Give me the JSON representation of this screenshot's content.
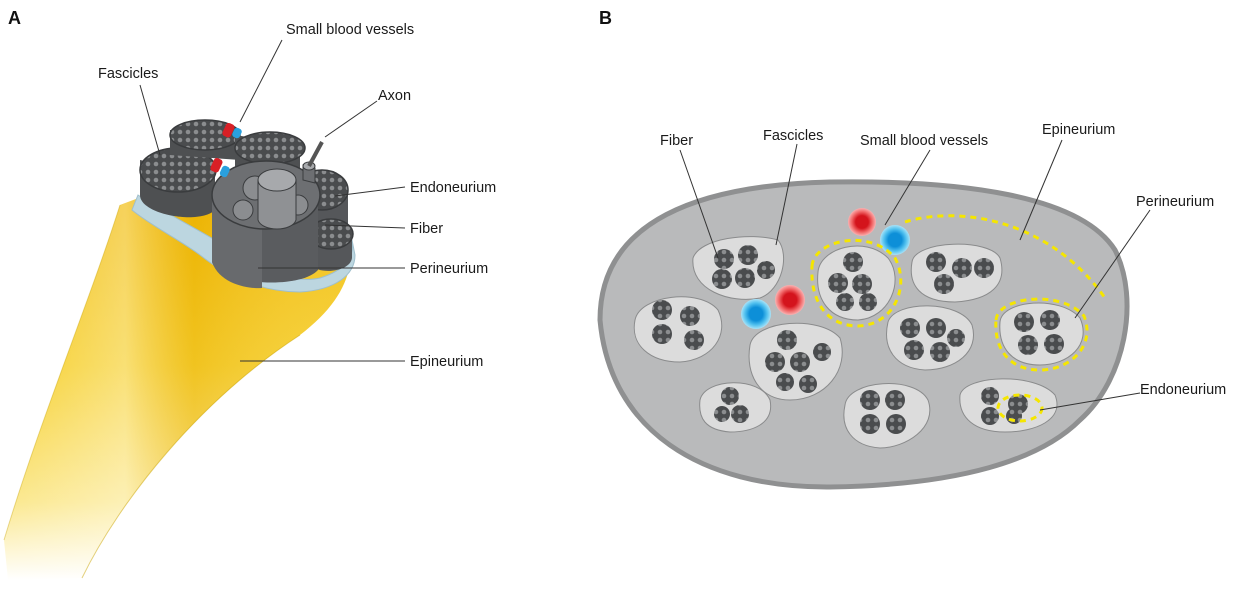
{
  "panels": [
    {
      "letter": "A",
      "labels": {
        "small_blood_vessels": "Small blood vessels",
        "fascicles": "Fascicles",
        "axon": "Axon",
        "endoneurium": "Endoneurium",
        "fiber": "Fiber",
        "perineurium": "Perineurium",
        "epineurium": "Epineurium"
      }
    },
    {
      "letter": "B",
      "labels": {
        "fiber": "Fiber",
        "fascicles": "Fascicles",
        "small_blood_vessels": "Small blood vessels",
        "epineurium": "Epineurium",
        "perineurium": "Perineurium",
        "endoneurium": "Endoneurium"
      }
    }
  ],
  "colors": {
    "epineurium_yellow": "#f2c200",
    "perineurium_blue": "#bcd6e0",
    "fascicle_gray": "#5e6062",
    "cross_section_bg": "#b9babb",
    "fascicle_fill": "#dcdcdc",
    "artery_red": "#e2262a",
    "vein_blue": "#1e9fe0",
    "dashed_highlight": "#f5e600"
  }
}
